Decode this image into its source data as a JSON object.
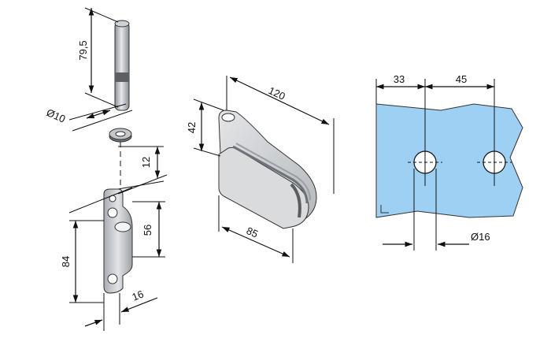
{
  "labels": {
    "pin_length": "79,5",
    "pin_diameter": "Ø10",
    "gap": "12",
    "lower_height": "56",
    "total_height": "84",
    "width": "16",
    "clamp_width": "120",
    "clamp_height": "42",
    "clamp_depth": "85",
    "hole_offset_left": "33",
    "hole_spacing": "45",
    "hole_diameter": "Ø16"
  },
  "colors": {
    "glass_fill": "#9dd0f2",
    "metal_light": "#d7d9db",
    "metal_mid": "#b8bbbf",
    "metal_dark": "#8b8f94",
    "line": "#111111"
  },
  "icons": {
    "arrowhead": "arrow-marker"
  }
}
